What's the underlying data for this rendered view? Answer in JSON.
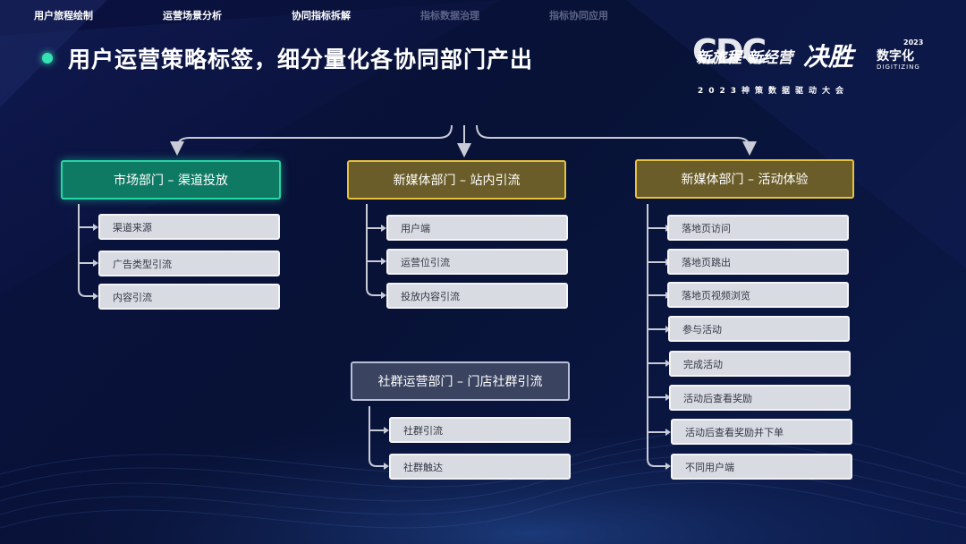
{
  "nav": {
    "items": [
      {
        "label": "用户旅程绘制",
        "active": true
      },
      {
        "label": "运营场景分析",
        "active": true
      },
      {
        "label": "协同指标拆解",
        "active": true
      },
      {
        "label": "指标数据治理",
        "active": false
      },
      {
        "label": "指标协同应用",
        "active": false
      }
    ]
  },
  "page_title": "用户运营策略标签，细分量化各协同部门产出",
  "logo": {
    "big": "CDC",
    "main": "新旅程·新经营",
    "script": "决胜",
    "digit": "数字化",
    "year": "2023",
    "en": "DIGITIZING",
    "sub": "2023神策数据驱动大会"
  },
  "groups": [
    {
      "title": "市场部门 – 渠道投放",
      "style": "green",
      "items": [
        "渠道来源",
        "广告类型引流",
        "内容引流"
      ]
    },
    {
      "title": "新媒体部门 – 站内引流",
      "style": "gold",
      "items": [
        "用户端",
        "运营位引流",
        "投放内容引流"
      ]
    },
    {
      "title": "新媒体部门 – 活动体验",
      "style": "gold",
      "items": [
        "落地页访问",
        "落地页跳出",
        "落地页视频浏览",
        "参与活动",
        "完成活动",
        "活动后查看奖励",
        "活动后查看奖励并下单",
        "不同用户端"
      ]
    },
    {
      "title": "社群运营部门 – 门店社群引流",
      "style": "gray",
      "items": [
        "社群引流",
        "社群触达"
      ]
    }
  ],
  "colors": {
    "accent_green": "#26d7a6",
    "accent_gold": "#e6c23c",
    "background": "#0a1140"
  }
}
